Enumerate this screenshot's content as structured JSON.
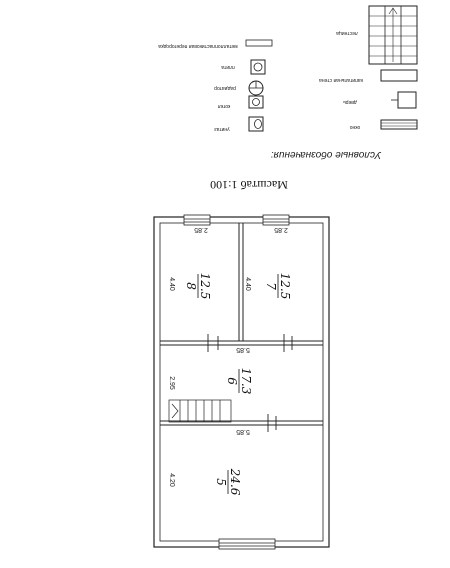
{
  "scale_title": "Масштаб 1:100",
  "legend": {
    "title": "Условные обозначения:",
    "items": {
      "stair": "лестница",
      "hinged_window": "металлопластиковая перегородка",
      "wall": "капитальная стена",
      "stove": "плита",
      "heater": "радиатор",
      "door": "дверь",
      "boiler": "котел",
      "window": "окно",
      "toilet": "унитаз"
    }
  },
  "rooms": [
    {
      "number": "8",
      "area": "12.5"
    },
    {
      "number": "7",
      "area": "12.5"
    },
    {
      "number": "6",
      "area": "17.3"
    },
    {
      "number": "5",
      "area": "24.6"
    }
  ],
  "dimensions": {
    "top_left_width": "2.85",
    "top_right_width": "2.85",
    "rooms_height_left": "4.40",
    "rooms_height_right": "4.40",
    "corridor_width_top": "5.85",
    "corridor_height": "2.95",
    "corridor_width_bottom": "5.85",
    "bottom_room_height": "4.20"
  }
}
